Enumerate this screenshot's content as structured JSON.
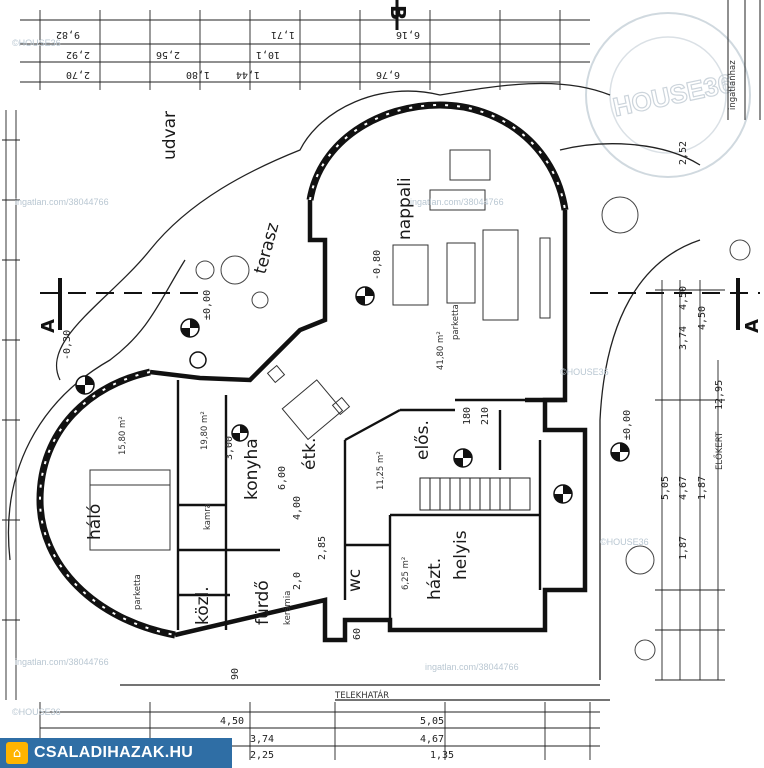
{
  "rooms": {
    "udvar": "udvar",
    "terasz": "terasz",
    "nappali": "nappali",
    "halo": "háló",
    "konyha": "konyha",
    "etk": "étk.",
    "eloszoba": "elős.",
    "haztartasi": "házt.",
    "helyis": "helyis",
    "furdo": "fürdő",
    "kozl": "közl.",
    "wc": "wc",
    "kamra": "kamra",
    "elokert": "ELŐKERT",
    "telekhatar": "TELEKHATÁR"
  },
  "floor_notes": {
    "parketta": "parketta",
    "pa_parketta": "parketta",
    "keramia": "kerámia",
    "terulet_nappali": "41,80 m²",
    "terulet_halo": "15,80 m²",
    "terulet_konyha": "19,80 m²",
    "terulet_elos": "11,25 m²",
    "terulet_hazt": "6,25 m²"
  },
  "section_marks": {
    "a_left": "A",
    "a_right": "A",
    "b_top": "B"
  },
  "dims_top": {
    "d1": "9,82",
    "d2": "2,92",
    "d3": "2,56",
    "d4": "10,1",
    "d5": "6,16",
    "d6": "2,70",
    "d7": "1,80",
    "d8": "1,44",
    "d9": "6,76",
    "d10": "1,71"
  },
  "dims_right": {
    "r1": "4,50",
    "r2": "3,74",
    "r3": "4,50",
    "r4": "12,95",
    "r5": "5,05",
    "r6": "4,67",
    "r7": "1,87",
    "r8": "1,87",
    "r9": "2,52"
  },
  "dims_bottom": {
    "b1": "4,50",
    "b2": "5,05",
    "b3": "4,67",
    "b4": "3,74",
    "b5": "2,25",
    "b6": "1,35"
  },
  "dims_interior": {
    "i1": "6,00",
    "i2": "3,00",
    "i3": "4,00",
    "i4": "2,85",
    "i5": "2,0",
    "i6": "180",
    "i7": "210",
    "i8": "60",
    "i9": "90"
  },
  "levels": {
    "l1": "±0,00",
    "l2": "-0,30",
    "l3": "-0,80",
    "l4": "±0,00"
  },
  "watermarks": {
    "w1": "©HOUSE36",
    "w2": "ingatlan.com/38044766",
    "house36": "HOUSE36",
    "stamp": "ingatlanhaz"
  },
  "brand": {
    "logo_glyph": "⌂",
    "name": "CSALADIHAZAK.HU",
    "color": "#2f6ea5"
  }
}
